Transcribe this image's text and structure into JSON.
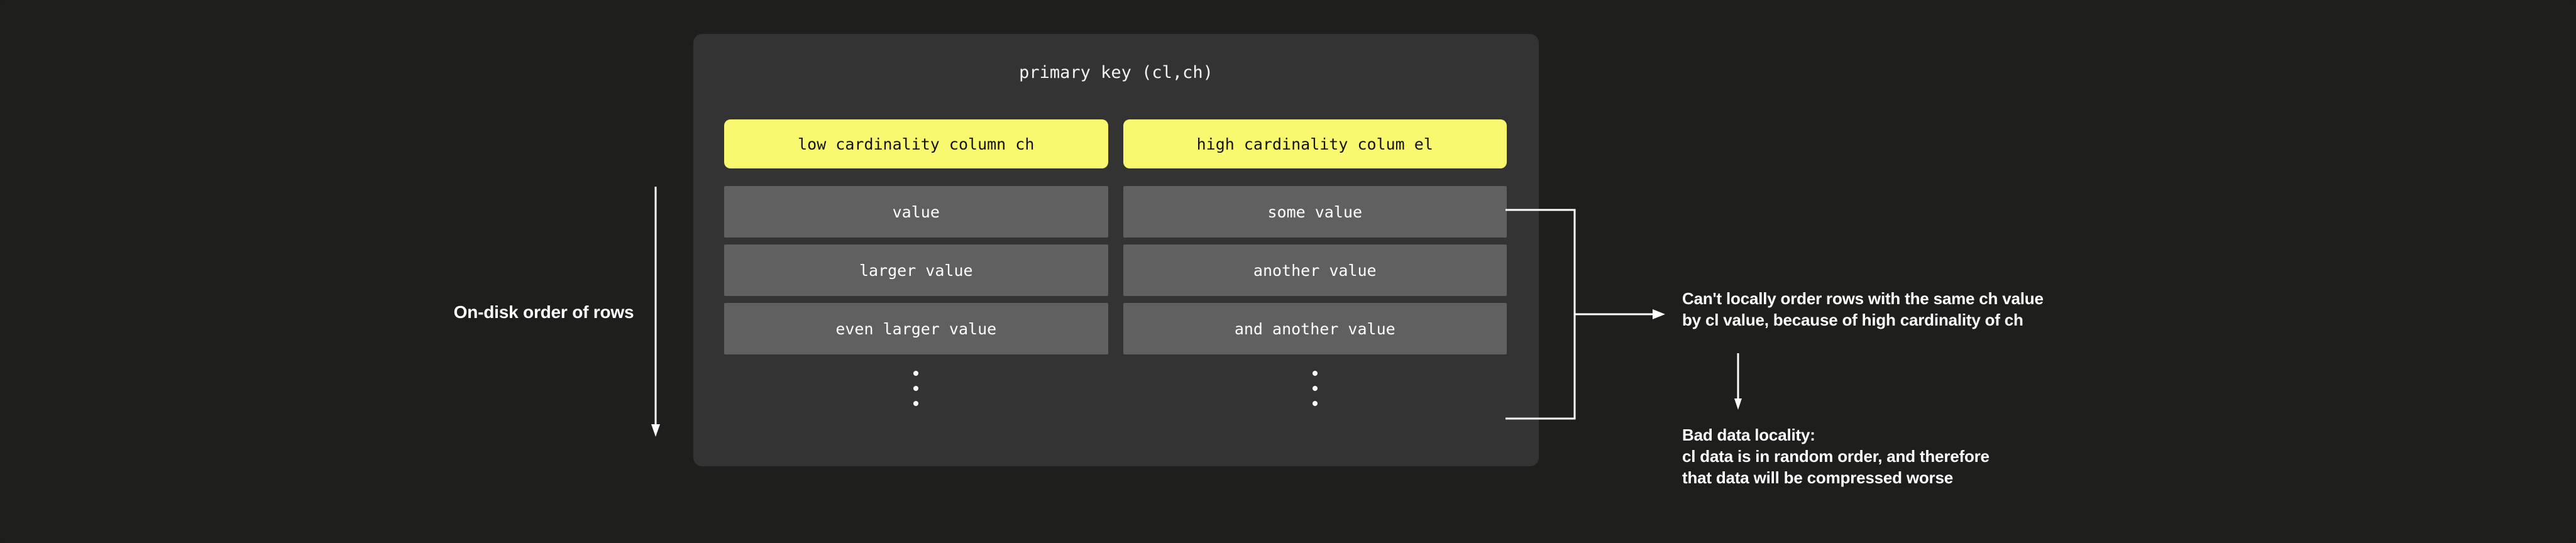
{
  "canvas": {
    "background_color": "#1e1f1c",
    "card_color": "#333333",
    "header_color": "#f9f970",
    "value_color": "#606060",
    "text_color": "#ffffff"
  },
  "left_axis": {
    "label": "On-disk order of rows",
    "arrow_icon": "arrow-down-icon"
  },
  "card": {
    "title": "primary key (cl,ch)",
    "columns": [
      {
        "header": "low cardinality column ch"
      },
      {
        "header": "high cardinality colum el"
      }
    ],
    "rows": [
      {
        "left": "value",
        "right": "some value"
      },
      {
        "left": "larger value",
        "right": "another value"
      },
      {
        "left": "even larger value",
        "right": "and another value"
      }
    ],
    "ellipsis_icon": "vertical-ellipsis-icon"
  },
  "connector": {
    "bracket_icon": "bracket-right-icon",
    "arrow_icon": "arrow-right-icon"
  },
  "notes": [
    {
      "id": "note-cardinality",
      "lines": [
        "Can't locally order rows with the same ch value",
        "by cl value, because of high cardinality of ch"
      ]
    },
    {
      "id": "note-locality",
      "lines": [
        "Bad data locality:",
        "cl data is in random order, and therefore",
        "that data will be compressed worse"
      ]
    }
  ],
  "note_link": {
    "arrow_icon": "arrow-down-icon"
  }
}
